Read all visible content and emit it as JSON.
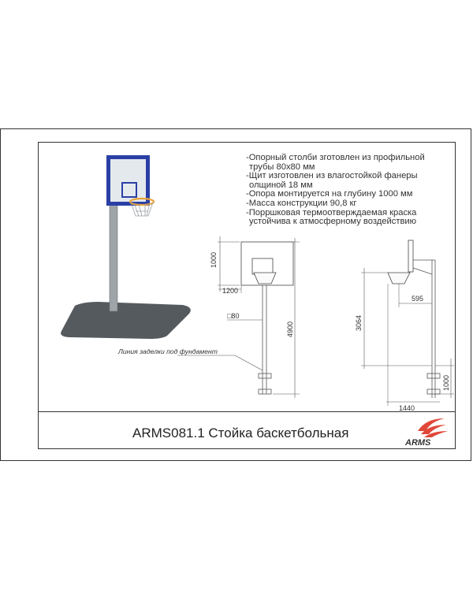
{
  "notes": [
    "-Опорный столби зготовлен из профильной",
    "трубы 80х80 мм",
    "-Щит изготовлен из влагостойкой фанеры",
    "олщиной 18 мм",
    "-Опора монтируется на глубину 1000 мм",
    "-Масса конструкции 90,8 кг",
    "-Порршковая термоотверждаемая краска",
    "устойчива к атмосферному воздействию"
  ],
  "callout": "Линия заделки под фундамент",
  "dimensions": {
    "board_height": "1000",
    "board_width": "1200",
    "post_size": "□80",
    "total_height": "4900",
    "rim_height": "3064",
    "overhang": "595",
    "side_width": "1440",
    "depth": "1000"
  },
  "title": "ARMS081.1 Стойка баскетбольная",
  "logo_text": "ARMS",
  "colors": {
    "board_border": "#2a3fa6",
    "board_fill": "#e4e9ee",
    "rim": "#e8a23a",
    "post": "#9ea4a8",
    "base": "#555a5e",
    "logo_red": "#e0483a"
  }
}
